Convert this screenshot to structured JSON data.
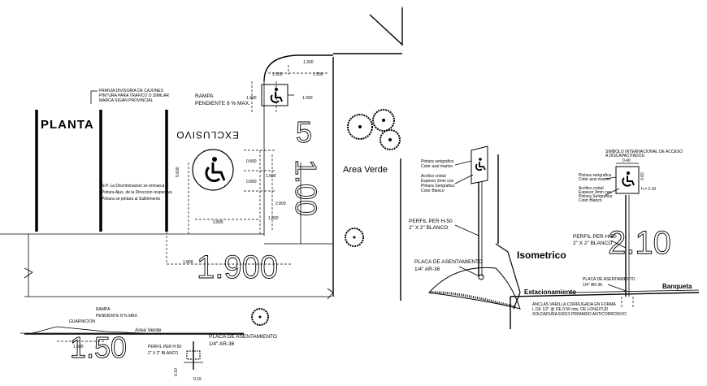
{
  "plan": {
    "title": "PLANTA",
    "note_paint": [
      "FRANJA DIVISORIA DE CAJONES",
      "PINTURA PARA TRAFICO O SIMILAR",
      "MARCA SIGAN PROVINCIAL"
    ],
    "ramp_label": "RAMPA",
    "ramp_slope": "PENDIENTE 8 % MAX.",
    "exclusive_text": "EXCLUSIVO",
    "note_main": [
      "N.P. La Discriminacion se enmarca",
      "Pintura Ajus. de la Direccion respectiva",
      "Pintura se pintara al Salitrimento"
    ],
    "area_verde": "Area Verde",
    "dims": {
      "d1500a": "1.500",
      "d1300": "1.300",
      "d1500b": "1.500",
      "d1400": "1.400",
      "d1000": "1.000",
      "d5600": "5.600",
      "d0800a": "0.800",
      "d1600": "1.600",
      "d0800b": "0.800",
      "d2800": "2.800",
      "d1800a": "1.800",
      "d3800": "3.800",
      "d1800b": "1.800",
      "big1900": "1.900",
      "big5": "5",
      "big100": "1.00"
    }
  },
  "isometric": {
    "title": "Isometrico",
    "paint_note": [
      "Pintura serigrafica",
      "Color azul marino"
    ],
    "acrylic_note": [
      "Acrilico cristal",
      "Espesor 3mm con",
      "Pintura Serigrafica",
      "Color Blanco"
    ],
    "profile": [
      "PERFIL PER H-50",
      "2\" X 2\" BLANCO"
    ],
    "plate": [
      "PLACA DE ASENTAMIENTO",
      "1/4\"   AR-36"
    ]
  },
  "elevation": {
    "top_note": [
      "SIMBOLO INTERNACIONAL DE ACCESO",
      "A DISCAPACITADOS"
    ],
    "d040": "0.40",
    "d060": "0.60",
    "h": "h = 2.10",
    "labels": [
      "Pintura serigrafica",
      "Color azul marino",
      "Acrilico cristal",
      "Espesor 3mm con",
      "Pintura Serigrafica",
      "Color Blanco"
    ],
    "profile": [
      "PERFIL PER H-50",
      "2\" X 2\" BLANCO"
    ],
    "plate": [
      "PLACA DE ASENTAMIENTO",
      "1/4\"   AR-36"
    ],
    "estacionamiento": "Estacionamiento",
    "banqueta": "Banqueta",
    "anchor_note": [
      "ANCLAS VARILLA CORRUGADA EN FORMA",
      "L DE 1/2\" @ DE 0.50 mts. DE LONGITUD",
      "SOLDADURA E6013 PRIMARIO ANTICORROSIVO"
    ],
    "big210": "2.10"
  },
  "section": {
    "ramp_label": "RAMPA",
    "ramp_slope": "PENDIENTE 8 % MAX.",
    "guarnicion": "GUARNICION",
    "area_verde": "Area Verde",
    "d1500": "1.500",
    "big150": "1.50",
    "profile": [
      "PERFIL PER H-50",
      "2\" X 2\" BLANCO"
    ],
    "plate": [
      "PLACA DE ASENTAMIENTO",
      "1/4\"   AR-36"
    ],
    "d010": "0.10",
    "d015": "0.15"
  }
}
